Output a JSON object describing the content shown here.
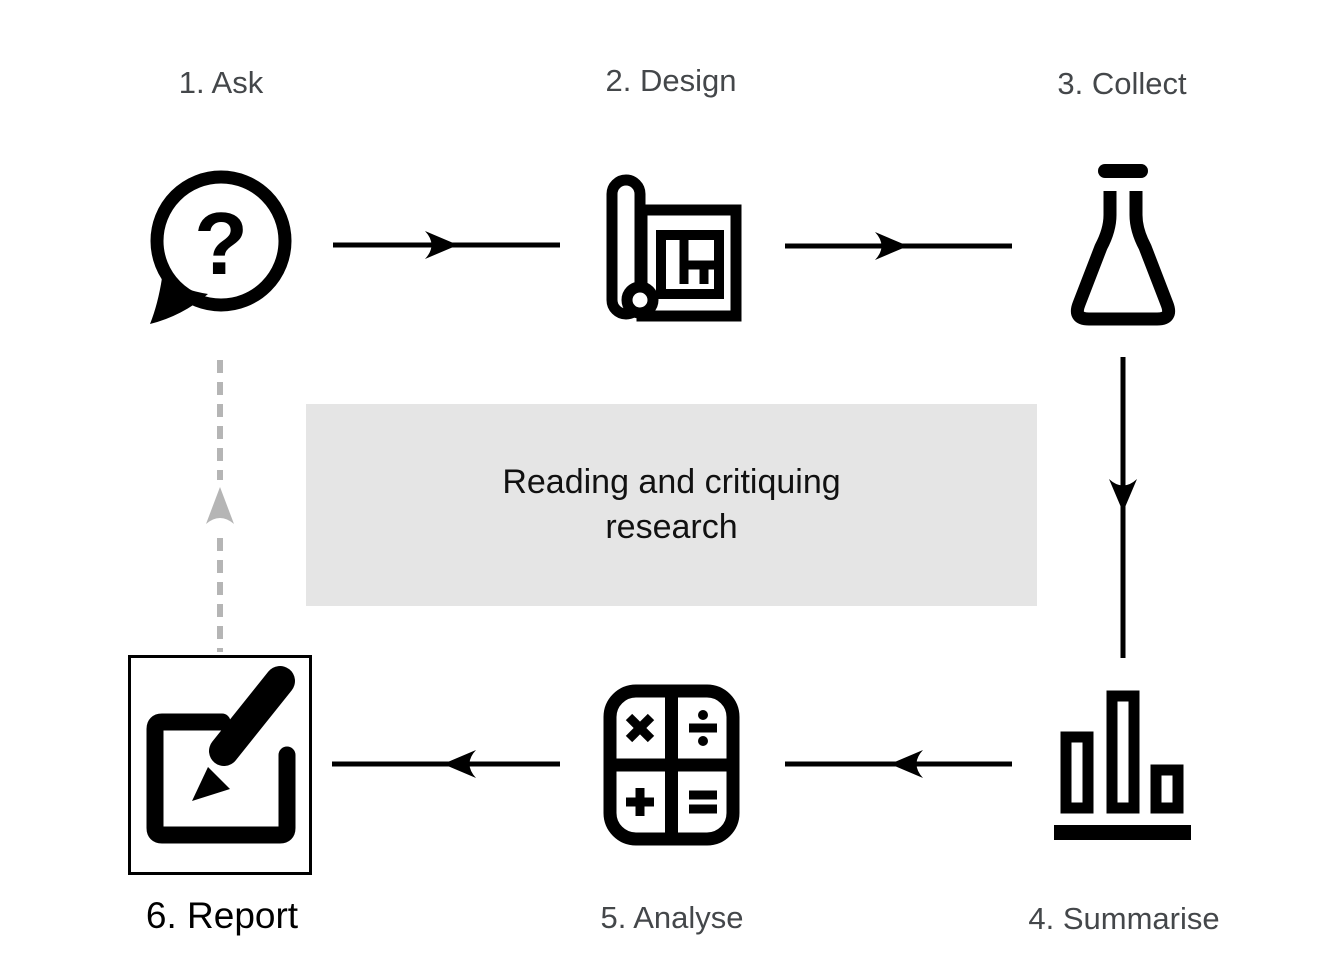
{
  "diagram": {
    "center_note": "Reading and critiquing research",
    "question_mark": "?",
    "steps": [
      {
        "label": "1. Ask",
        "icon": "speech-bubble-question-icon"
      },
      {
        "label": "2. Design",
        "icon": "blueprint-icon"
      },
      {
        "label": "3. Collect",
        "icon": "flask-icon"
      },
      {
        "label": "4. Summarise",
        "icon": "bar-chart-icon"
      },
      {
        "label": "5. Analyse",
        "icon": "calculator-icon"
      },
      {
        "label": "6. Report",
        "icon": "edit-document-icon"
      }
    ],
    "colors": {
      "background": "#ffffff",
      "foreground": "#000000",
      "label_gray": "#44474a",
      "note_background": "#e5e5e5",
      "dashed_arrow_gray": "#b5b5b5"
    }
  }
}
